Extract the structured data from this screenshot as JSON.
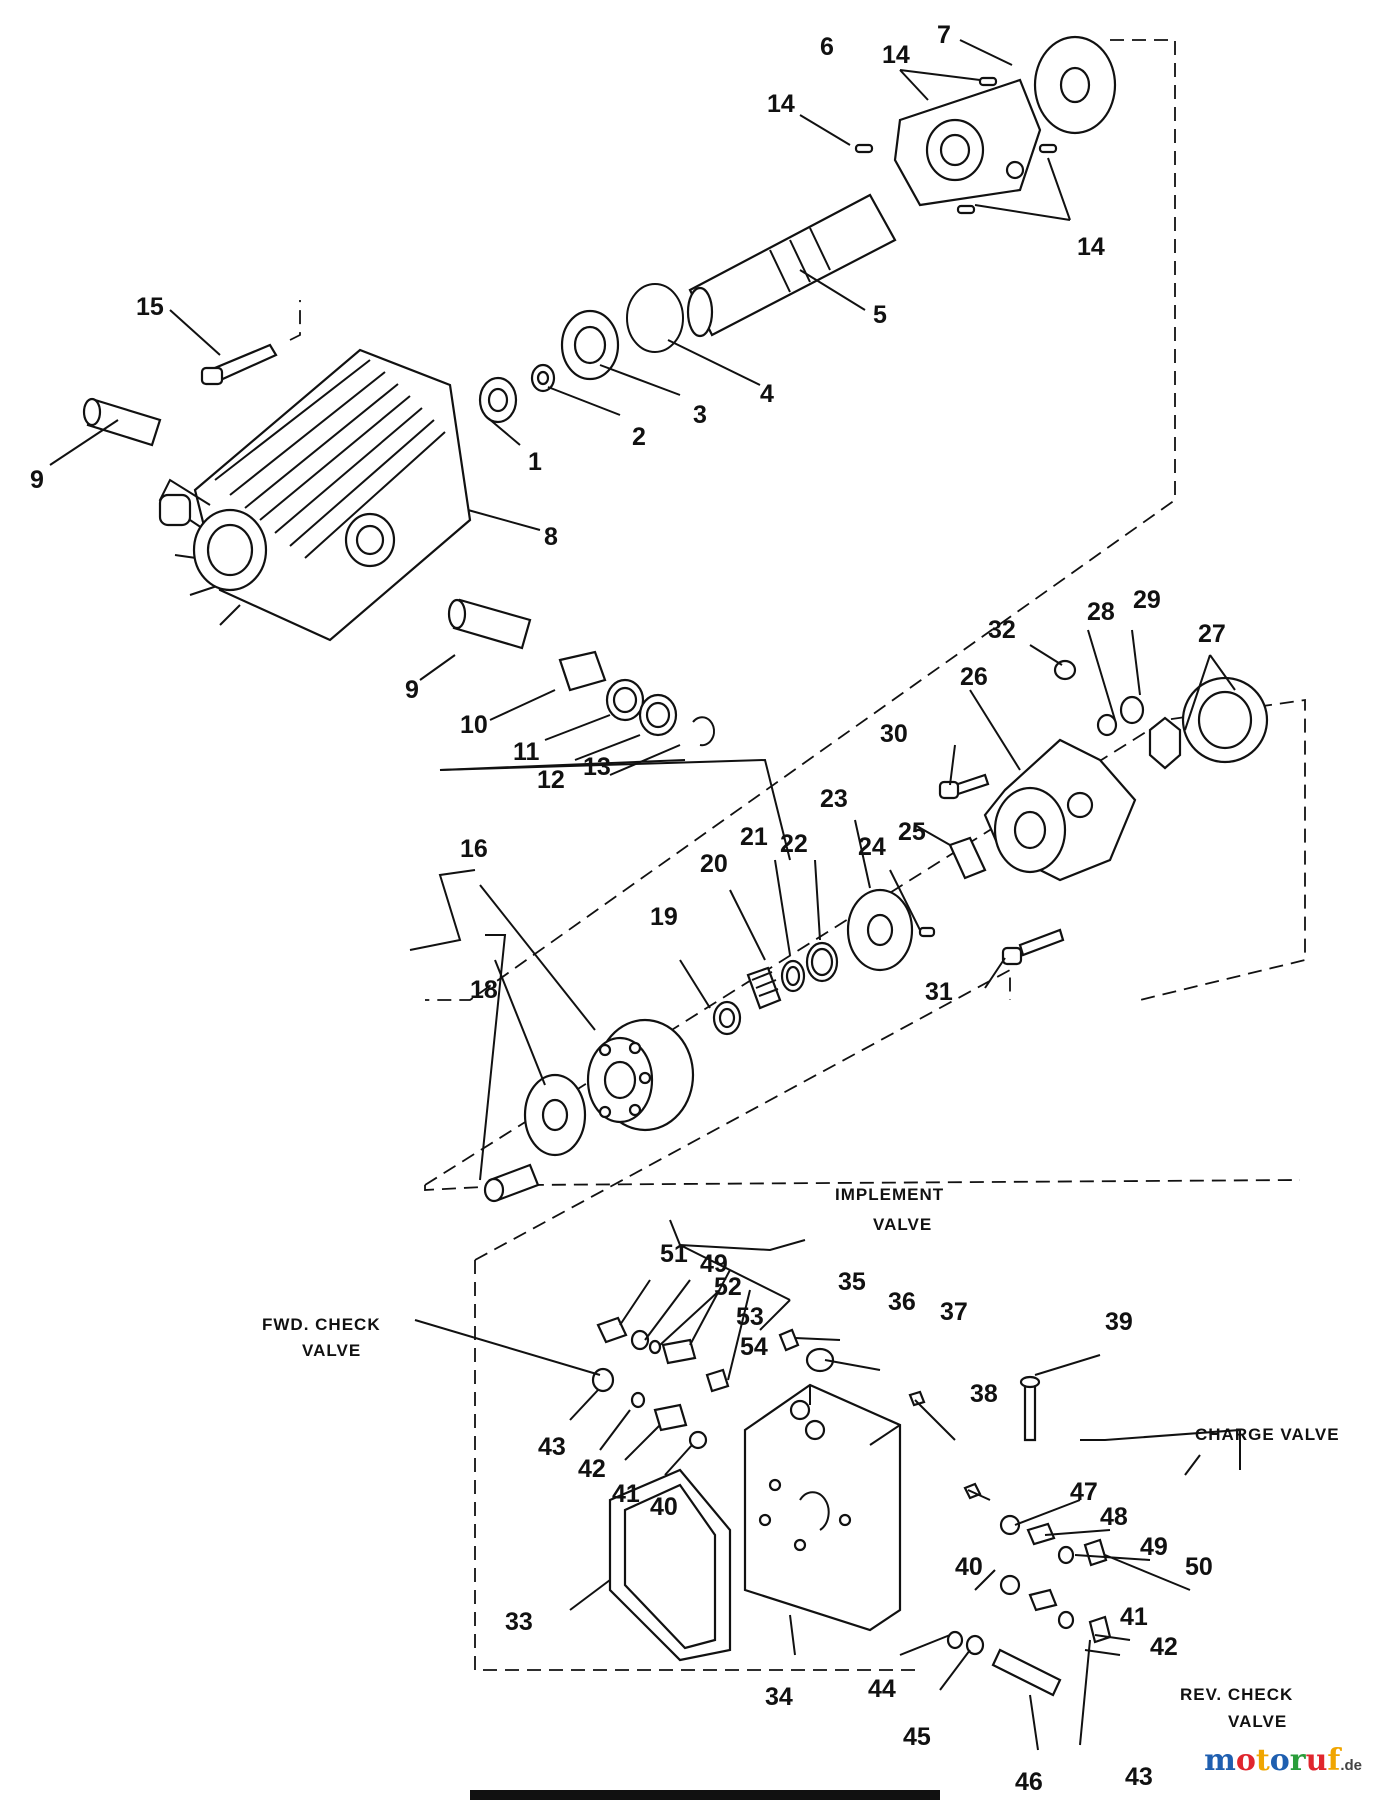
{
  "diagram": {
    "callouts": [
      "1",
      "2",
      "3",
      "4",
      "5",
      "6",
      "7",
      "8",
      "9",
      "9",
      "10",
      "11",
      "12",
      "13",
      "14",
      "14",
      "14",
      "15",
      "16",
      "18",
      "19",
      "20",
      "21",
      "22",
      "23",
      "24",
      "25",
      "26",
      "27",
      "28",
      "29",
      "30",
      "31",
      "32",
      "33",
      "34",
      "35",
      "36",
      "37",
      "38",
      "39",
      "40",
      "40",
      "41",
      "41",
      "42",
      "42",
      "43",
      "43",
      "44",
      "45",
      "46",
      "47",
      "48",
      "49",
      "49",
      "50",
      "51",
      "52",
      "53",
      "54"
    ],
    "captions": {
      "implement_valve_line1": "IMPLEMENT",
      "implement_valve_line2": "VALVE",
      "fwd_check_line1": "FWD. CHECK",
      "fwd_check_line2": "VALVE",
      "charge_valve": "CHARGE VALVE",
      "rev_check_line1": "REV. CHECK",
      "rev_check_line2": "VALVE"
    }
  },
  "watermark": {
    "letters": [
      "m",
      "o",
      "t",
      "o",
      "r",
      "u",
      "f"
    ],
    "colors": [
      "#1f5fb0",
      "#e0262d",
      "#f0a500",
      "#1f5fb0",
      "#2a9d3a",
      "#e0262d",
      "#f0a500"
    ],
    "suffix": ".de"
  }
}
